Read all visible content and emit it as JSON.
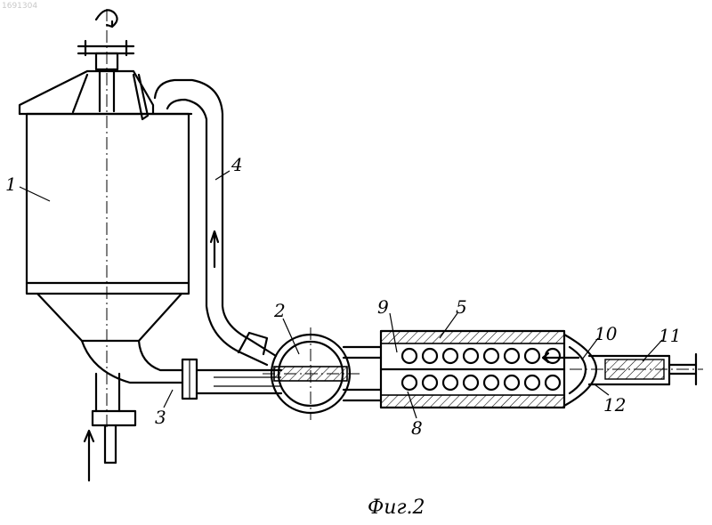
{
  "document_id": "1691304",
  "caption": "Фиг.2",
  "labels": {
    "l1": "1",
    "l2": "2",
    "l3": "3",
    "l4": "4",
    "l5": "5",
    "l8": "8",
    "l9": "9",
    "l10": "10",
    "l11": "11",
    "l12": "12"
  }
}
